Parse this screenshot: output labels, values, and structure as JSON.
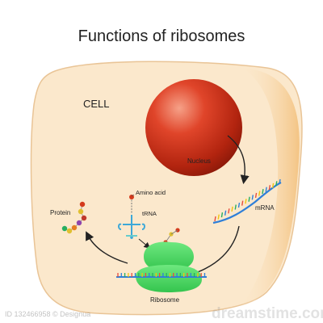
{
  "title": "Functions of ribosomes",
  "labels": {
    "cell": "CELL",
    "nucleus": "Nucleus",
    "mrna": "mRNA",
    "amino_acid": "Amino acid",
    "trna": "tRNA",
    "protein": "Protein",
    "ribosome": "Ribosome"
  },
  "watermark": {
    "brand": "dreamstime.com",
    "id": "ID 132466958 © Designua"
  },
  "colors": {
    "cytoplasm": "#fbe8cc",
    "membrane_shade": "#f5c98a",
    "nucleus": "#d43a1c",
    "ribosome": "#4cd964",
    "arrow": "#222222"
  }
}
